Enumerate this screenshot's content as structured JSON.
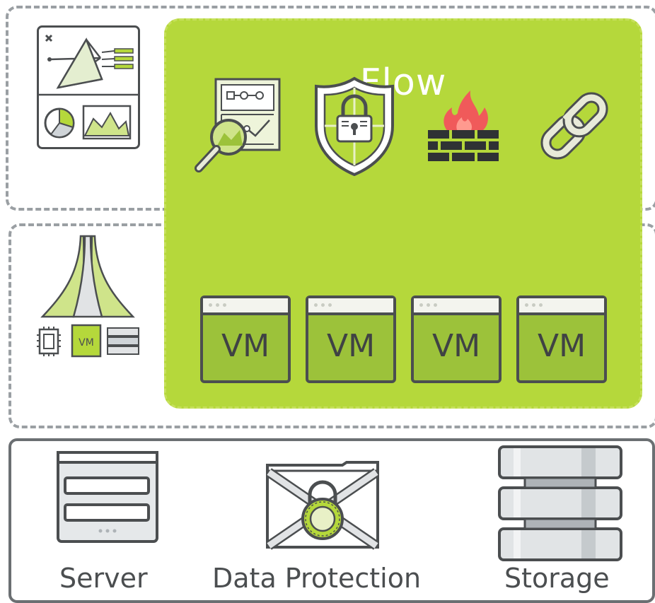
{
  "flow": {
    "title": "Flow",
    "vms": [
      "VM",
      "VM",
      "VM",
      "VM"
    ]
  },
  "infrastructure": {
    "chip_label": "VM",
    "items": [
      {
        "label": "Server",
        "icon": "server-icon"
      },
      {
        "label": "Data Protection",
        "icon": "data-protection-icon"
      },
      {
        "label": "Storage",
        "icon": "storage-icon"
      }
    ]
  },
  "icons": [
    "analytics-icon",
    "visibility-icon",
    "security-shield-icon",
    "firewall-icon",
    "chain-link-icon",
    "hypervisor-icon"
  ],
  "colors": {
    "accent_green": "#b5d83b",
    "dark_outline": "#4b4e50",
    "dashed_border": "#9a9fa3",
    "firewall_flame": "#f05a5a"
  }
}
